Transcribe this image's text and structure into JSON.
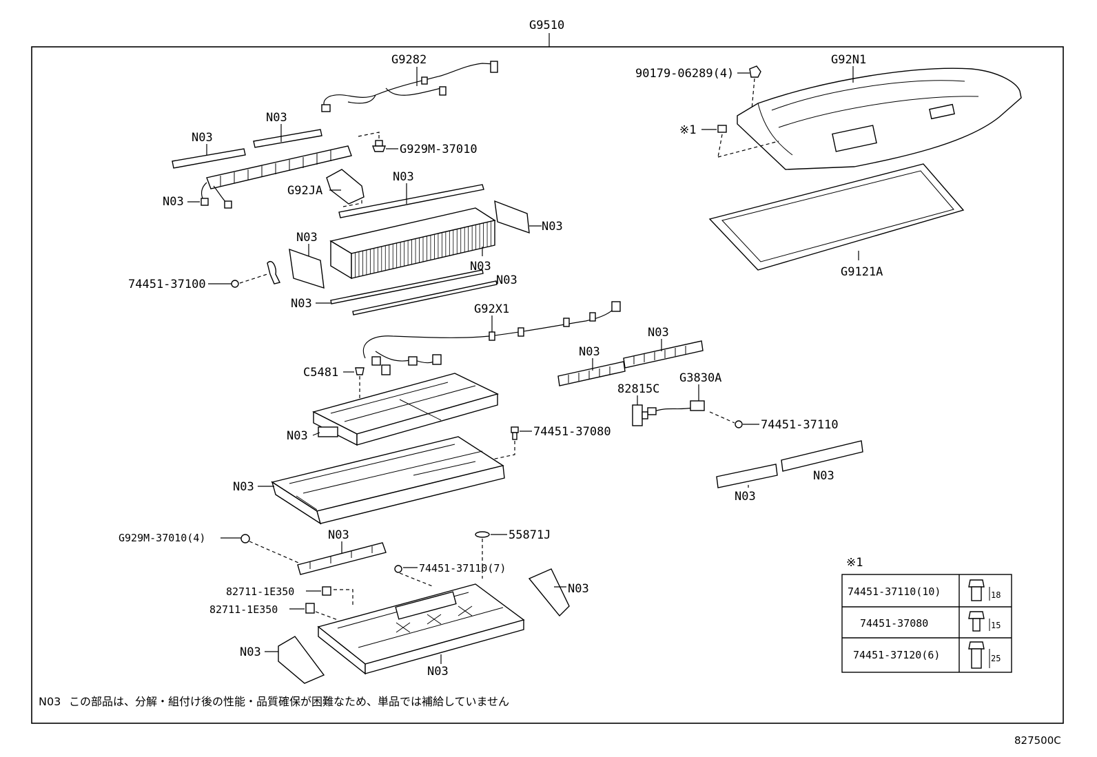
{
  "diagram": {
    "assembly_label": "G9510",
    "drawing_number": "827500C",
    "footnote": {
      "code": "N03",
      "text": "この部品は、分解・組付け後の性能・品質確保が困難なため、単品では補給していません"
    },
    "callouts": {
      "g9282": "G9282",
      "n03_bar_a": "N03",
      "n03_bar_b": "N03",
      "g929m_37010": "G929M-37010",
      "n03_wire_end": "N03",
      "g92ja": "G92JA",
      "n03_rod_top": "N03",
      "n03_plate_right": "N03",
      "n03_end_plate": "N03",
      "n03_module": "N03",
      "n03_rod_mid": "N03",
      "n03_rod_low": "N03",
      "p74451_37100": "74451-37100",
      "p90179_06289": "90179-06289(4)",
      "g92n1": "G92N1",
      "note_mark": "※1",
      "g9121a": "G9121A",
      "g92x1": "G92X1",
      "n03_bus_a": "N03",
      "n03_bus_b": "N03",
      "c5481": "C5481",
      "g3830a": "G3830A",
      "p82815c": "82815C",
      "p74451_37110_right": "74451-37110",
      "n03_tray_upper": "N03",
      "p74451_37080": "74451-37080",
      "n03_frame": "N03",
      "n03_rail_a": "N03",
      "n03_rail_b": "N03",
      "g929m_37010_4": "G929M-37010(4)",
      "n03_bracket_low": "N03",
      "p55871j": "55871J",
      "p74451_37110_7": "74451-37110(7)",
      "p82711_1e350_a": "82711-1E350",
      "p82711_1e350_b": "82711-1E350",
      "n03_brace_right": "N03",
      "n03_brace_left": "N03",
      "n03_base_tray": "N03"
    },
    "bolt_table": {
      "title": "※1",
      "rows": [
        {
          "part": "74451-37110(10)",
          "length": "18"
        },
        {
          "part": "74451-37080",
          "length": "15"
        },
        {
          "part": "74451-37120(6)",
          "length": "25"
        }
      ]
    }
  }
}
